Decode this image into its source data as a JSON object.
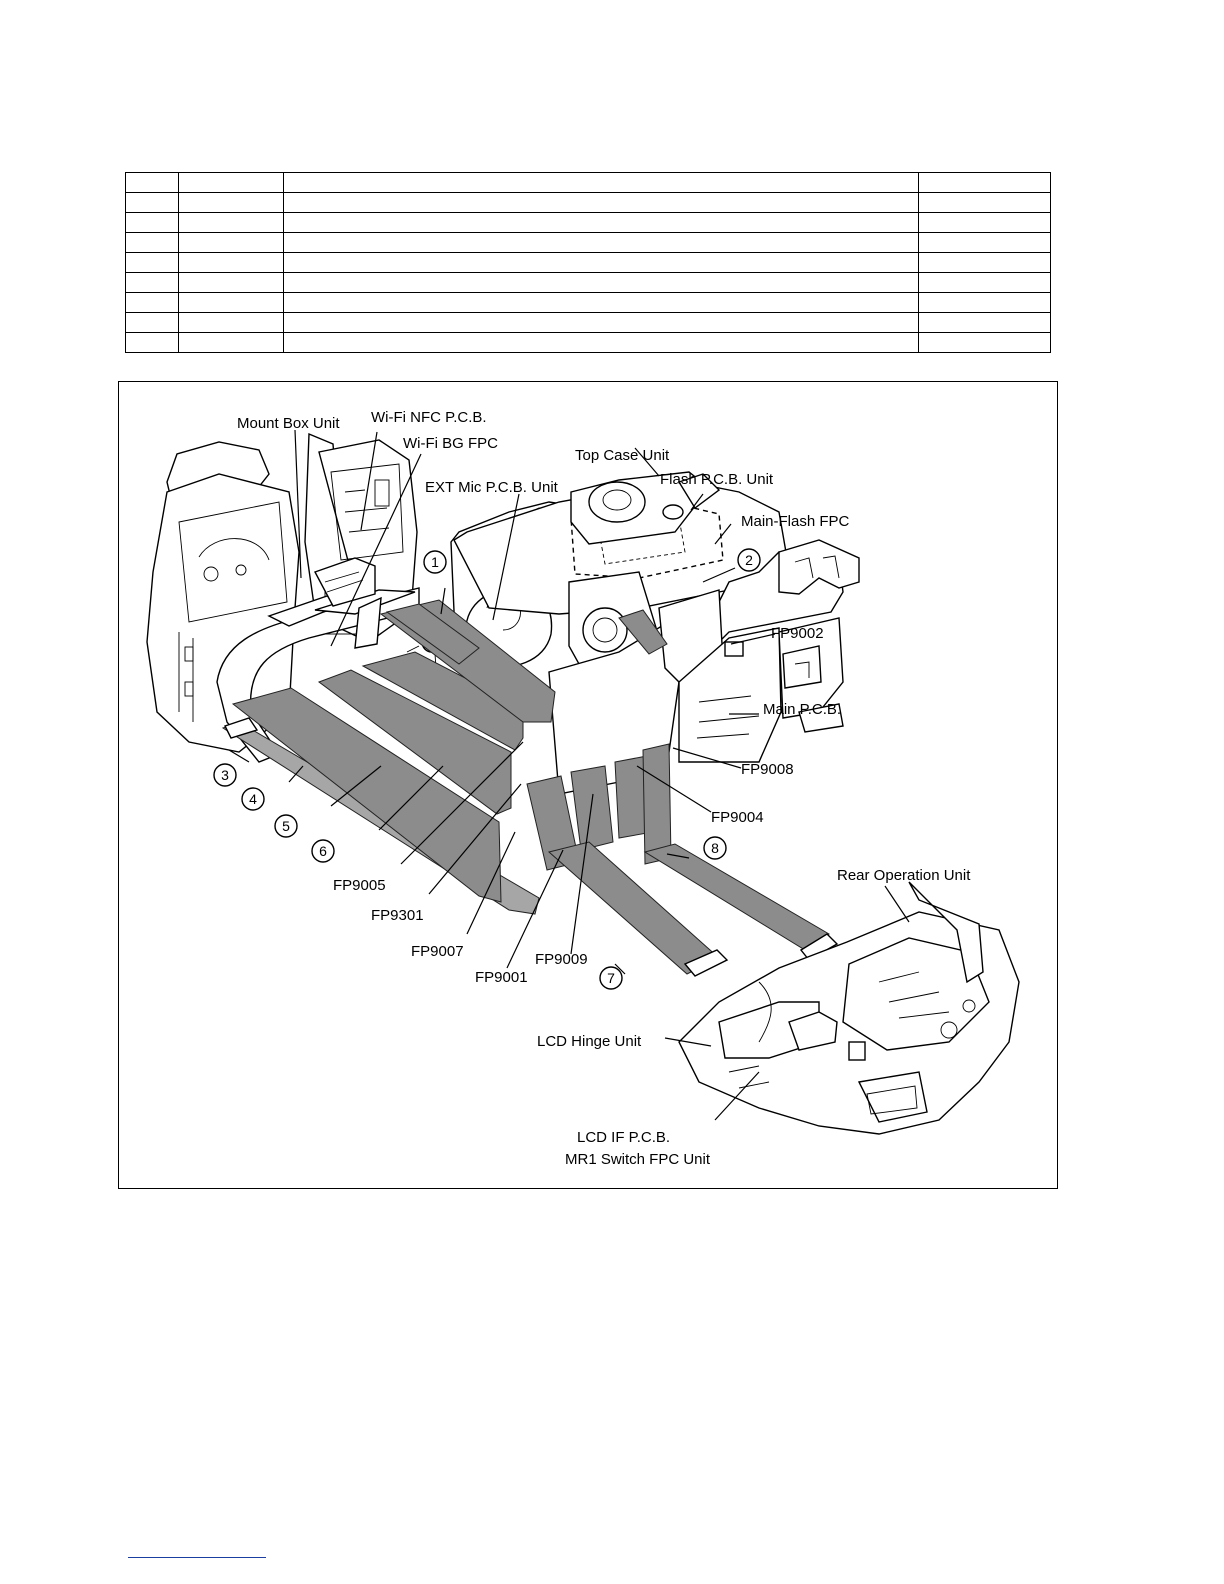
{
  "labels": {
    "mount_box_unit": "Mount Box Unit",
    "wifi_nfc_pcb": "Wi-Fi NFC P.C.B.",
    "wifi_bg_fpc": "Wi-Fi BG FPC",
    "top_case_unit": "Top Case Unit",
    "ext_mic_pcb_unit": "EXT Mic P.C.B. Unit",
    "flash_pcb_unit": "Flash P.C.B. Unit",
    "main_flash_fpc": "Main-Flash FPC",
    "fp9002": "FP9002",
    "main_pcb": "Main P.C.B.",
    "fp9008": "FP9008",
    "fp9004": "FP9004",
    "fp9005": "FP9005",
    "fp9301": "FP9301",
    "fp9007": "FP9007",
    "fp9001": "FP9001",
    "fp9009": "FP9009",
    "rear_operation_unit": "Rear Operation Unit",
    "lcd_hinge_unit": "LCD Hinge Unit",
    "lcd_if_pcb": "LCD IF P.C.B.",
    "mr1_switch_fpc_unit": "MR1 Switch FPC Unit"
  },
  "callouts": [
    "1",
    "2",
    "3",
    "4",
    "5",
    "6",
    "7",
    "8"
  ]
}
